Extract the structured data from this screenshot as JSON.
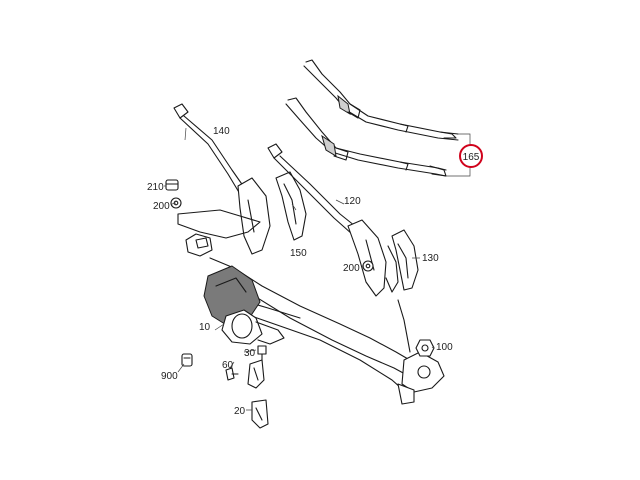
{
  "labels": {
    "p10": "10",
    "p20": "20",
    "p30": "30",
    "p60": "60",
    "p100": "100",
    "p120": "120",
    "p130": "130",
    "p140": "140",
    "p150": "150",
    "p165": "165",
    "p200a": "200",
    "p200b": "200",
    "p210": "210",
    "p900": "900"
  },
  "highlight": {
    "part": "165",
    "color": "#d0021b"
  }
}
